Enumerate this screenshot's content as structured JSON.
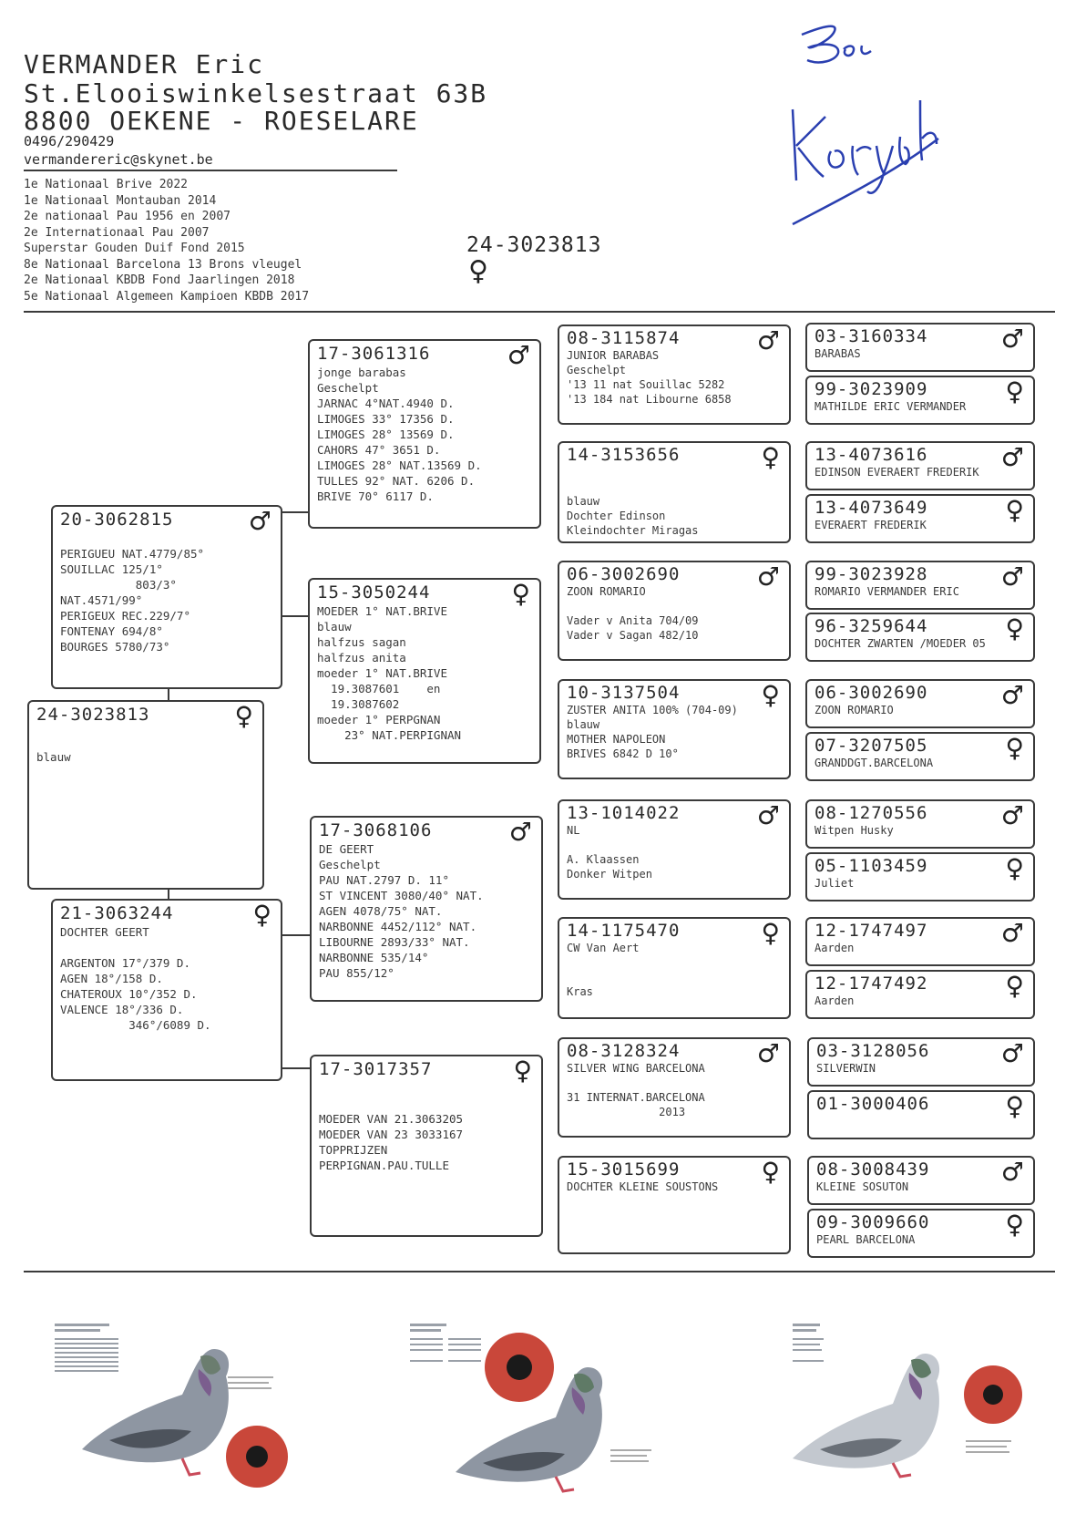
{
  "header": {
    "name": "VERMANDER Eric",
    "street": "St.Elooiswinkelsestraat 63B",
    "city": "8800 OEKENE - ROESELARE",
    "phone": "0496/290429",
    "email": "vermandereric@skynet.be",
    "achievements": [
      "1e Nationaal Brive 2022",
      "1e Nationaal Montauban 2014",
      "2e nationaal Pau 1956 en 2007",
      "2e Internationaal Pau 2007",
      "Superstar Gouden Duif Fond 2015",
      "8e Nationaal Barcelona 13 Brons vleugel",
      "2e Nationaal KBDB Fond Jaarlingen 2018",
      "5e Nationaal Algemeen Kampioen KBDB 2017"
    ],
    "main_ring": "24-3023813",
    "main_sex": "♀"
  },
  "subject": {
    "ring": "24-3023813",
    "sex": "♀",
    "lines": "blauw"
  },
  "gen1": [
    {
      "ring": "20-3062815",
      "sex": "♂",
      "lines": "\nPERIGUEU NAT.4779/85°\nSOUILLAC 125/1°\n           803/3°\nNAT.4571/99°\nPERIGEUX REC.229/7°\nFONTENAY 694/8°\nBOURGES 5780/73°"
    },
    {
      "ring": "21-3063244",
      "sex": "♀",
      "lines": "DOCHTER GEERT\n\nARGENTON 17°/379 D.\nAGEN 18°/158 D.\nCHATEROUX 10°/352 D.\nVALENCE 18°/336 D.\n          346°/6089 D."
    }
  ],
  "gen2": [
    {
      "ring": "17-3061316",
      "sex": "♂",
      "lines": "jonge barabas\nGeschelpt\nJARNAC 4°NAT.4940 D.\nLIMOGES 33° 17356 D.\nLIMOGES 28° 13569 D.\nCAHORS 47° 3651 D.\nLIMOGES 28° NAT.13569 D.\nTULLES 92° NAT. 6206 D.\nBRIVE 70° 6117 D."
    },
    {
      "ring": "15-3050244",
      "sex": "♀",
      "lines": "MOEDER 1° NAT.BRIVE\nblauw\nhalfzus sagan\nhalfzus anita\nmoeder 1° NAT.BRIVE\n  19.3087601    en\n  19.3087602\nmoeder 1° PERPGNAN\n    23° NAT.PERPIGNAN"
    },
    {
      "ring": "17-3068106",
      "sex": "♂",
      "lines": "DE GEERT\nGeschelpt\nPAU NAT.2797 D. 11°\nST VINCENT 3080/40° NAT.\nAGEN 4078/75° NAT.\nNARBONNE 4452/112° NAT.\nLIBOURNE 2893/33° NAT.\nNARBONNE 535/14°\nPAU 855/12°"
    },
    {
      "ring": "17-3017357",
      "sex": "♀",
      "lines": "\n\nMOEDER VAN 21.3063205\nMOEDER VAN 23 3033167\nTOPPRIJZEN\nPERPIGNAN.PAU.TULLE"
    }
  ],
  "gen3": [
    {
      "ring": "08-3115874",
      "sex": "♂",
      "lines": "JUNIOR BARABAS\nGeschelpt\n'13 11 nat Souillac 5282\n'13 184 nat Libourne 6858"
    },
    {
      "ring": "14-3153656",
      "sex": "♀",
      "lines": "\n\nblauw\nDochter Edinson\nKleindochter Miragas"
    },
    {
      "ring": "06-3002690",
      "sex": "♂",
      "lines": "ZOON ROMARIO\n\nVader v Anita 704/09\nVader v Sagan 482/10"
    },
    {
      "ring": "10-3137504",
      "sex": "♀",
      "lines": "ZUSTER ANITA 100% (704-09)\nblauw\nMOTHER NAPOLEON\nBRIVES 6842 D 10°"
    },
    {
      "ring": "13-1014022",
      "sex": "♂",
      "lines": "NL\n\nA. Klaassen\nDonker Witpen"
    },
    {
      "ring": "14-1175470",
      "sex": "♀",
      "lines": "CW Van Aert\n\n\nKras"
    },
    {
      "ring": "08-3128324",
      "sex": "♂",
      "lines": "SILVER WING BARCELONA\n\n31 INTERNAT.BARCELONA\n              2013"
    },
    {
      "ring": "15-3015699",
      "sex": "♀",
      "lines": "DOCHTER KLEINE SOUSTONS"
    }
  ],
  "gen4": [
    {
      "ring": "03-3160334",
      "sex": "♂",
      "lines": "BARABAS"
    },
    {
      "ring": "99-3023909",
      "sex": "♀",
      "lines": "MATHILDE ERIC VERMANDER"
    },
    {
      "ring": "13-4073616",
      "sex": "♂",
      "lines": "EDINSON EVERAERT FREDERIK"
    },
    {
      "ring": "13-4073649",
      "sex": "♀",
      "lines": "EVERAERT FREDERIK"
    },
    {
      "ring": "99-3023928",
      "sex": "♂",
      "lines": "ROMARIO VERMANDER ERIC"
    },
    {
      "ring": "96-3259644",
      "sex": "♀",
      "lines": "DOCHTER ZWARTEN /MOEDER 05"
    },
    {
      "ring": "06-3002690",
      "sex": "♂",
      "lines": "ZOON ROMARIO"
    },
    {
      "ring": "07-3207505",
      "sex": "♀",
      "lines": "GRANDDGT.BARCELONA"
    },
    {
      "ring": "08-1270556",
      "sex": "♂",
      "lines": "Witpen Husky"
    },
    {
      "ring": "05-1103459",
      "sex": "♀",
      "lines": "Juliet"
    },
    {
      "ring": "12-1747497",
      "sex": "♂",
      "lines": "Aarden"
    },
    {
      "ring": "12-1747492",
      "sex": "♀",
      "lines": "Aarden"
    },
    {
      "ring": "03-3128056",
      "sex": "♂",
      "lines": "SILVERWIN"
    },
    {
      "ring": "01-3000406",
      "sex": "♀",
      "lines": ""
    },
    {
      "ring": "08-3008439",
      "sex": "♂",
      "lines": "KLEINE SOSUTON"
    },
    {
      "ring": "09-3009660",
      "sex": "♀",
      "lines": "PEARL BARCELONA"
    }
  ],
  "colors": {
    "ink": "#3a3a3a",
    "signature": "#2a3fb0",
    "eye": "#c9473a"
  }
}
